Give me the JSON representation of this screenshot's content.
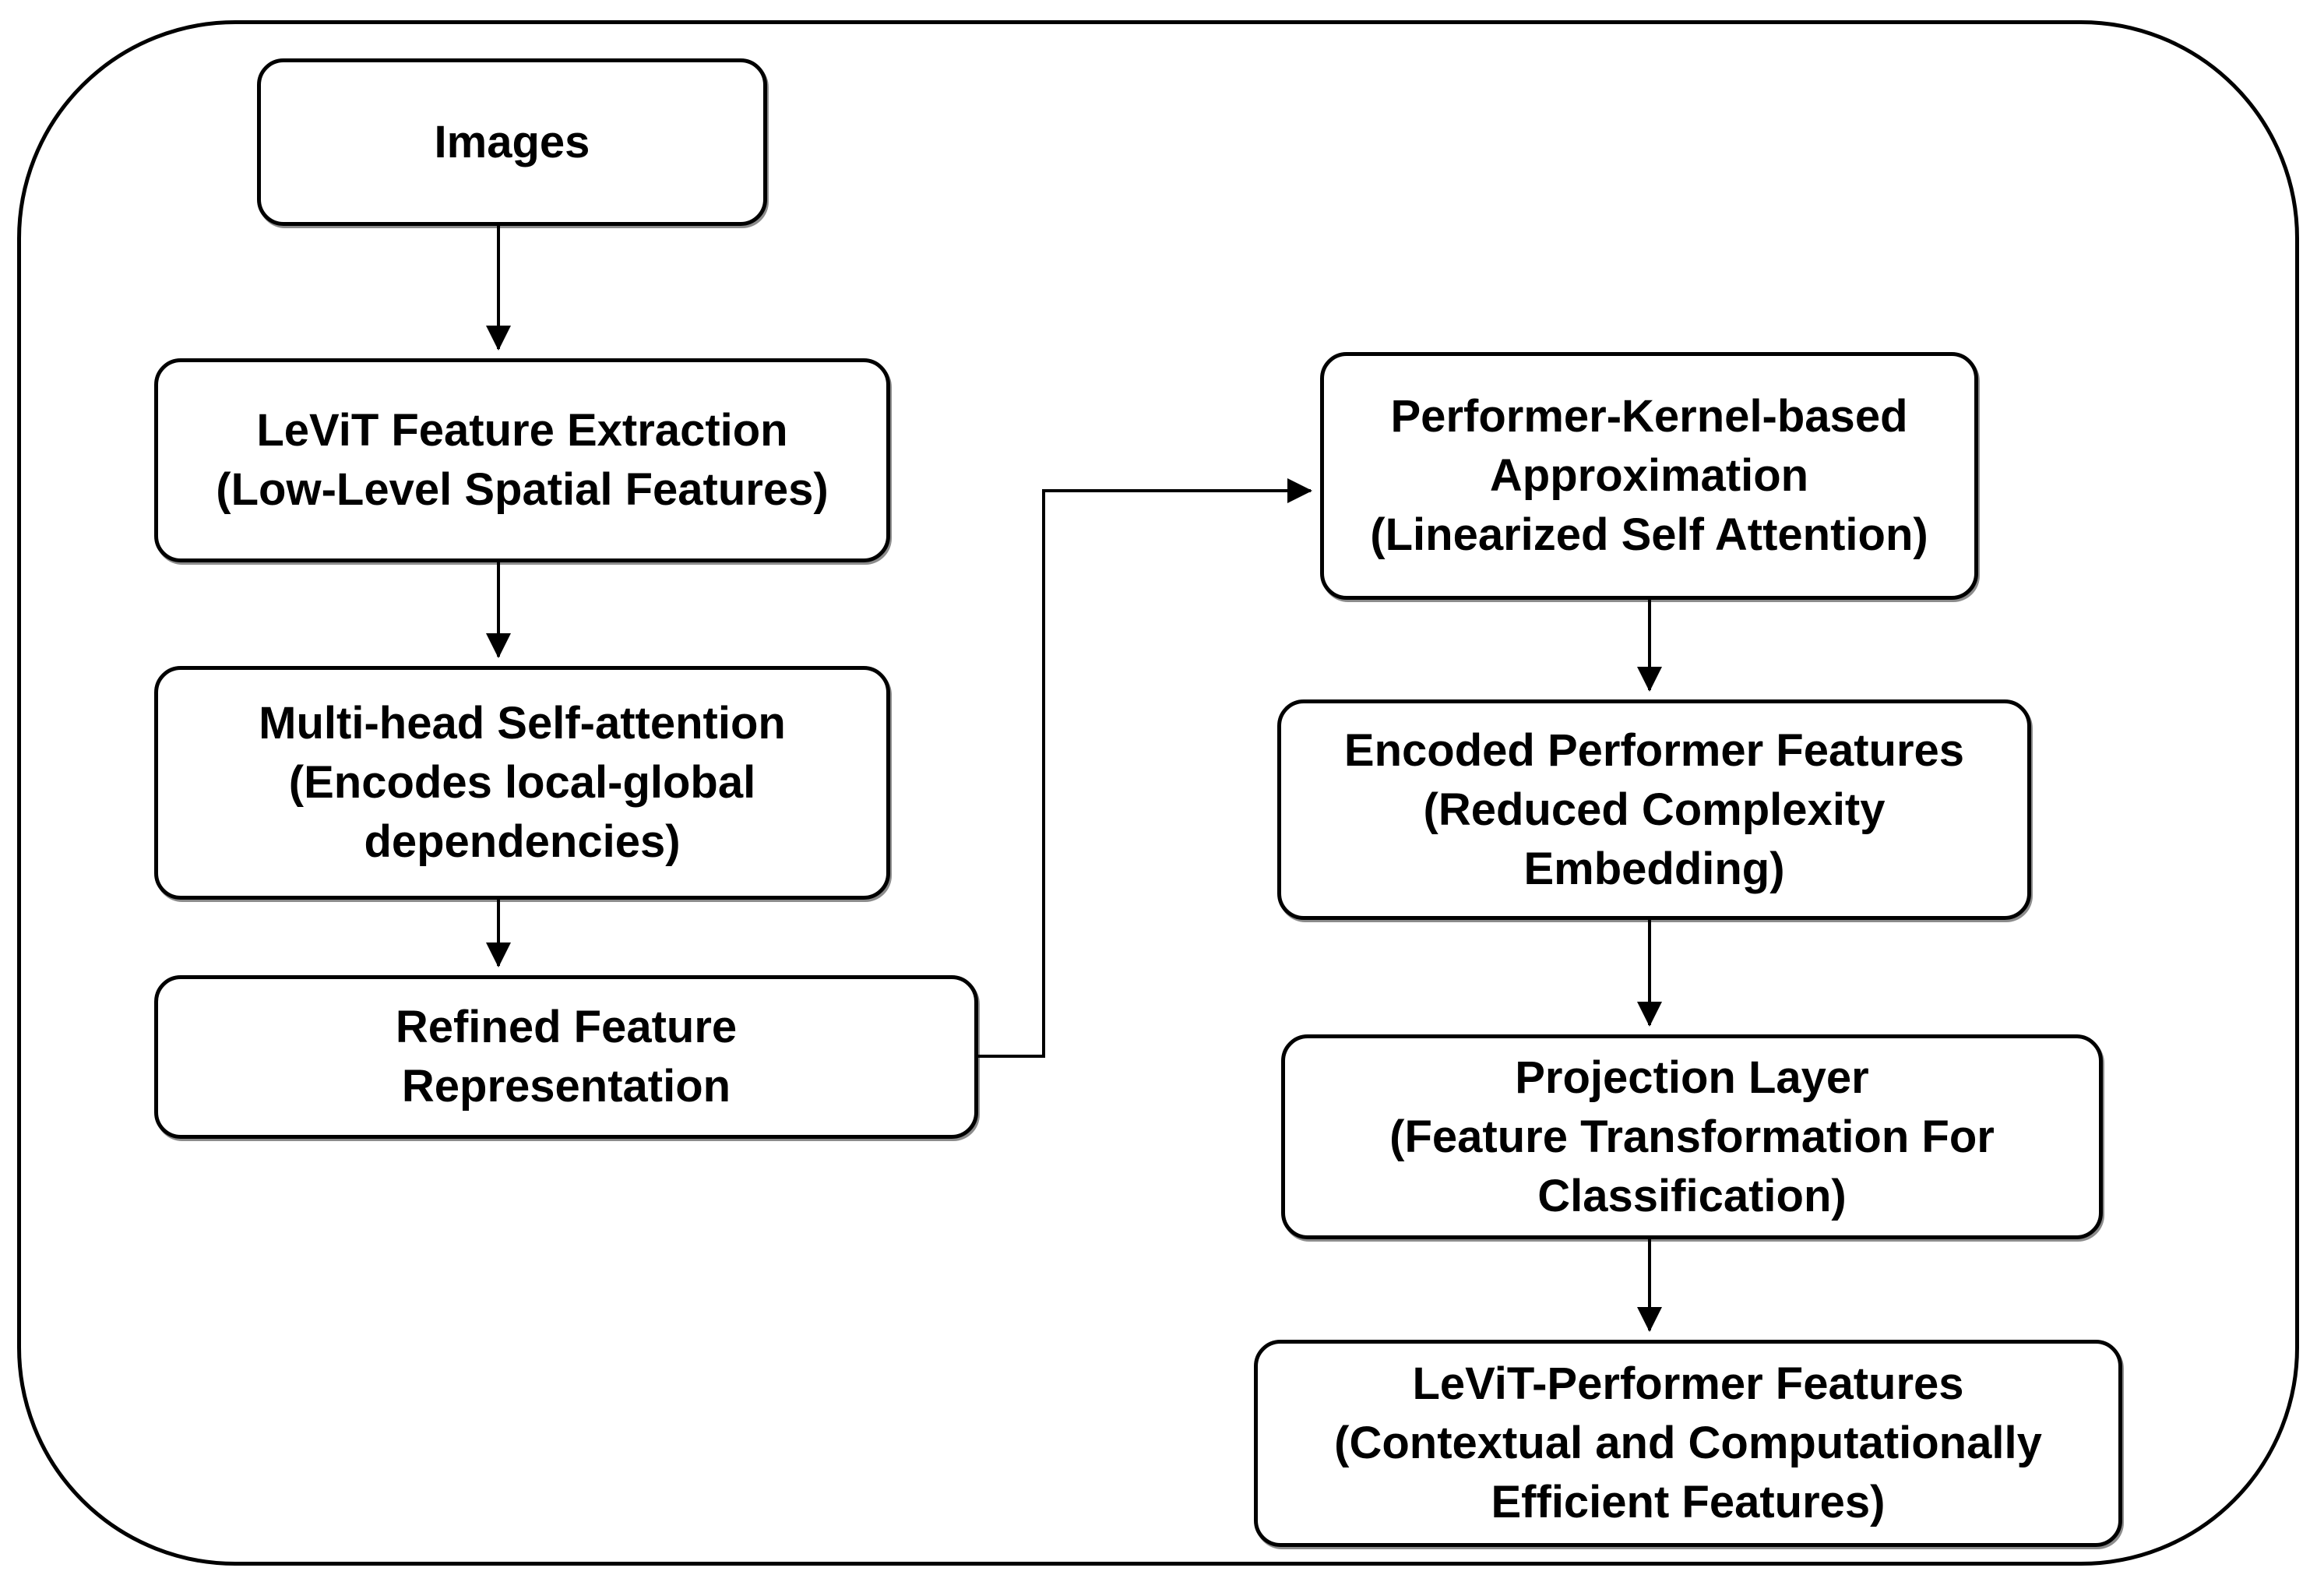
{
  "figure": {
    "type": "flowchart",
    "background_color": "#ffffff",
    "stroke_color": "#000000",
    "text_color": "#000000"
  },
  "nodes": [
    {
      "id": "images",
      "lines": [
        "Images"
      ]
    },
    {
      "id": "levit",
      "lines": [
        "LeViT Feature Extraction",
        "(Low-Level Spatial Features)"
      ]
    },
    {
      "id": "mhsa",
      "lines": [
        "Multi-head Self-attention",
        "(Encodes local-global",
        "dependencies)"
      ]
    },
    {
      "id": "refined",
      "lines": [
        "Refined Feature",
        "Representation"
      ]
    },
    {
      "id": "performer",
      "lines": [
        "Performer-Kernel-based",
        "Approximation",
        "(Linearized Self Attention)"
      ]
    },
    {
      "id": "encoded",
      "lines": [
        "Encoded Performer Features",
        "(Reduced Complexity",
        "Embedding)"
      ]
    },
    {
      "id": "projection",
      "lines": [
        "Projection Layer",
        "(Feature Transformation For",
        "Classification)"
      ]
    },
    {
      "id": "levit_performer",
      "lines": [
        "LeViT-Performer Features",
        "(Contextual and Computationally",
        "Efficient Features)"
      ]
    }
  ],
  "edges": [
    {
      "from": "images",
      "to": "levit",
      "style": "straight-down-arrow"
    },
    {
      "from": "levit",
      "to": "mhsa",
      "style": "straight-down-arrow"
    },
    {
      "from": "mhsa",
      "to": "refined",
      "style": "straight-down-arrow"
    },
    {
      "from": "refined",
      "to": "performer",
      "style": "elbow-right-up-right-arrow"
    },
    {
      "from": "performer",
      "to": "encoded",
      "style": "straight-down-arrow"
    },
    {
      "from": "encoded",
      "to": "projection",
      "style": "straight-down-arrow"
    },
    {
      "from": "projection",
      "to": "levit_performer",
      "style": "straight-down-arrow"
    }
  ]
}
